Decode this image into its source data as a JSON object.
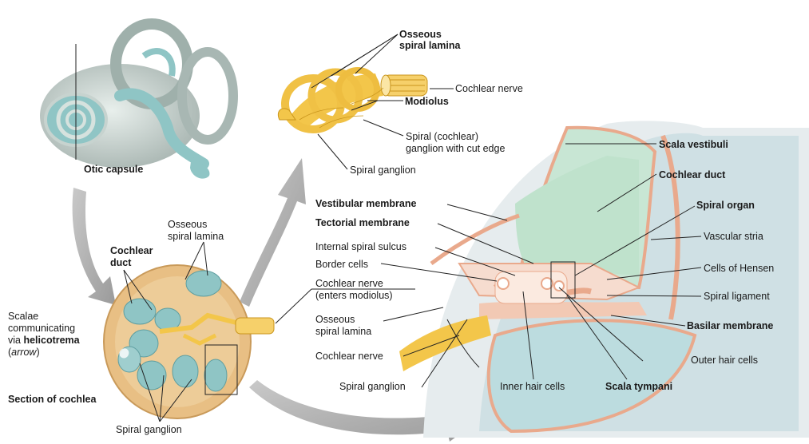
{
  "labels": {
    "otic_capsule": "Otic capsule",
    "osseous_spiral_lamina_top_1": "Osseous",
    "osseous_spiral_lamina_top_2": "spiral lamina",
    "cochlear_nerve_top": "Cochlear nerve",
    "modiolus": "Modiolus",
    "spiral_cochlear_ganglion_1": "Spiral (cochlear)",
    "spiral_cochlear_ganglion_2": "ganglion with cut edge",
    "spiral_ganglion_top": "Spiral ganglion",
    "scala_vestibuli": "Scala vestibuli",
    "cochlear_duct_right": "Cochlear duct",
    "vestibular_membrane": "Vestibular membrane",
    "spiral_organ": "Spiral organ",
    "tectorial_membrane": "Tectorial membrane",
    "vascular_stria": "Vascular stria",
    "internal_spiral_sulcus": "Internal spiral sulcus",
    "border_cells": "Border cells",
    "cells_of_hensen": "Cells of Hensen",
    "cochlear_nerve_enters_1": "Cochlear nerve",
    "cochlear_nerve_enters_2": "(enters modiolus)",
    "spiral_ligament": "Spiral ligament",
    "osseous_spiral_lamina_mid_1": "Osseous",
    "osseous_spiral_lamina_mid_2": "spiral lamina",
    "basilar_membrane": "Basilar membrane",
    "cochlear_nerve_bottom": "Cochlear nerve",
    "outer_hair_cells": "Outer hair cells",
    "spiral_ganglion_bottom_mid": "Spiral ganglion",
    "inner_hair_cells": "Inner hair cells",
    "scala_tympani": "Scala tympani",
    "osseous_spiral_lamina_left_1": "Osseous",
    "osseous_spiral_lamina_left_2": "spiral lamina",
    "cochlear_duct_left_1": "Cochlear",
    "cochlear_duct_left_2": "duct",
    "scalae_1": "Scalae",
    "scalae_2": "communicating",
    "scalae_3_prefix": "via ",
    "scalae_3_bold": "helicotrema",
    "scalae_4_open": "(",
    "scalae_4_italic": "arrow",
    "scalae_4_close": ")",
    "section_of_cochlea": "Section of cochlea",
    "spiral_ganglion_bottom_left": "Spiral ganglion"
  },
  "colors": {
    "bone": "#c9cfcd",
    "fluid": "#8fc5c5",
    "duct": "#c8e6d4",
    "nerve": "#f3c64a",
    "nerve_dark": "#c9951c",
    "tissue": "#e9a98c",
    "cochlea_wall": "#e8bf84",
    "arrow": "#a9a9a9"
  }
}
